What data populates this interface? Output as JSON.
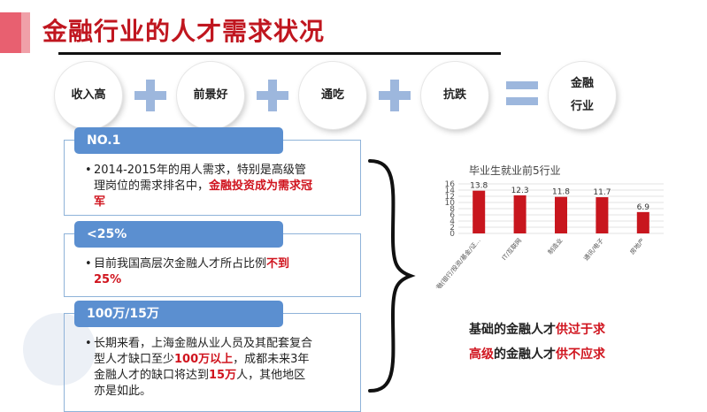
{
  "slide": {
    "title": "金融行业的人才需求状况"
  },
  "equation": {
    "items": [
      "收入高",
      "前景好",
      "通吃",
      "抗跌"
    ],
    "result_line1": "金融",
    "result_line2": "行业"
  },
  "panels": [
    {
      "tab": "NO.1",
      "line1": "2014-2015年的用人需求，特别是高级管",
      "line2_plain": "理岗位的需求排名中，",
      "line2_red": "金融投资成为需求冠",
      "line3_red": "军"
    },
    {
      "tab": "<25%",
      "line1_plain": "目前我国高层次金融人才所占比例",
      "line1_red": "不到",
      "line2_red": "25%"
    },
    {
      "tab": "100万/15万",
      "line1": "长期来看，上海金融从业人员及其配套复合",
      "line2_plain1": "型人才缺口至少",
      "line2_red": "100万以上",
      "line2_plain2": "，成都未来3年",
      "line3_plain1": "金融人才的缺口将达到",
      "line3_red": "15万",
      "line3_plain2": "人，其他地区",
      "line4": "亦是如此。"
    }
  ],
  "chart_data": {
    "type": "bar",
    "title": "毕业生就业前5行业",
    "categories": [
      "金融(银行/投资/基金/证...",
      "IT/互联网",
      "制造业",
      "通讯/电子",
      "房地产"
    ],
    "values": [
      13.8,
      12.3,
      11.8,
      11.7,
      6.9
    ],
    "value_labels": [
      "13.8",
      "12.3",
      "11.8",
      "11.7",
      "6.9"
    ],
    "yticks": [
      "16",
      "14",
      "12",
      "10",
      "8",
      "6",
      "4",
      "2",
      "0"
    ],
    "ylim": [
      0,
      16
    ],
    "bar_color": "#c8161e",
    "grid": true
  },
  "summary": {
    "line1_plain": "基础的金融人才",
    "line1_red": "供过于求",
    "line2_red": "高级",
    "line2_plain": "的金融人才",
    "line2_red2": "供不应求"
  },
  "colors": {
    "title": "#c0161f",
    "accent": "#e86070",
    "tab": "#5b8fd0",
    "plus": "#9db7dd",
    "highlight": "#d0141e"
  }
}
